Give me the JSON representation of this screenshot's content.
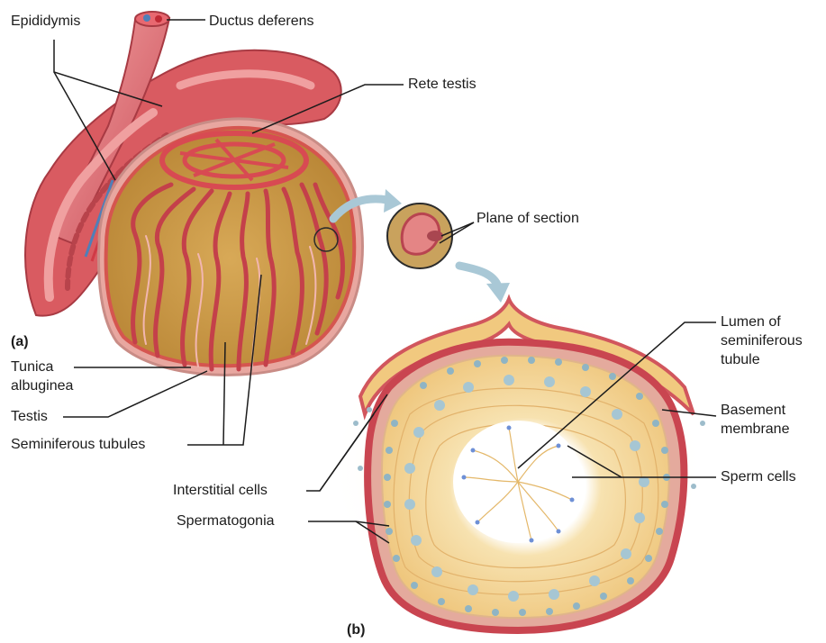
{
  "panel_a": {
    "panel_label": "(a)",
    "labels": {
      "epididymis": "Epididymis",
      "ductus_deferens": "Ductus deferens",
      "rete_testis": "Rete testis",
      "plane_of_section": "Plane of section",
      "tunica_albuginea_line1": "Tunica",
      "tunica_albuginea_line2": "albuginea",
      "testis": "Testis",
      "seminiferous_tubules": "Seminiferous tubules"
    }
  },
  "panel_b": {
    "panel_label": "(b)",
    "labels": {
      "lumen_line1": "Lumen of",
      "lumen_line2": "seminiferous",
      "lumen_line3": "tubule",
      "basement_line1": "Basement",
      "basement_line2": "membrane",
      "sperm_cells": "Sperm cells",
      "interstitial_cells": "Interstitial cells",
      "spermatogonia": "Spermatogonia"
    }
  },
  "colors": {
    "tubule_red": "#c9474f",
    "tubule_pink": "#e88b8b",
    "testis_gold": "#c89a45",
    "cell_yellow": "#f2cf8c",
    "nucleus_blue": "#8fb4c4",
    "arrow_blue": "#a9c8d6",
    "leader_line": "#1c1c1c"
  }
}
